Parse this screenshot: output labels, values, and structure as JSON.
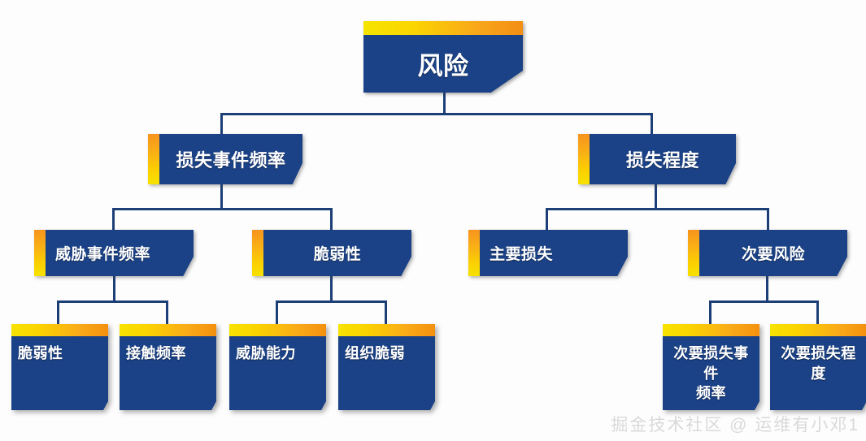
{
  "diagram": {
    "title_node": {
      "label": "风险"
    },
    "level2": [
      {
        "label": "损失事件频率"
      },
      {
        "label": "损失程度"
      }
    ],
    "level3": [
      {
        "label": "威胁事件频率"
      },
      {
        "label": "脆弱性"
      },
      {
        "label": "主要损失"
      },
      {
        "label": "次要风险"
      }
    ],
    "leaves": [
      {
        "label": "脆弱性"
      },
      {
        "label": "接触频率"
      },
      {
        "label": "威胁能力"
      },
      {
        "label": "组织脆弱"
      },
      {
        "label": "次要损失事件\n频率"
      },
      {
        "label": "次要损失程度"
      }
    ]
  },
  "watermark": {
    "text": "掘金技术社区 @ 运维有小邓1"
  },
  "colors": {
    "node_fill": "#1b4287",
    "line": "#1d3f78",
    "accent_yellow": "#f7e200",
    "accent_orange": "#f4900f",
    "text": "#ffffff",
    "background": "#fdfdfd"
  }
}
